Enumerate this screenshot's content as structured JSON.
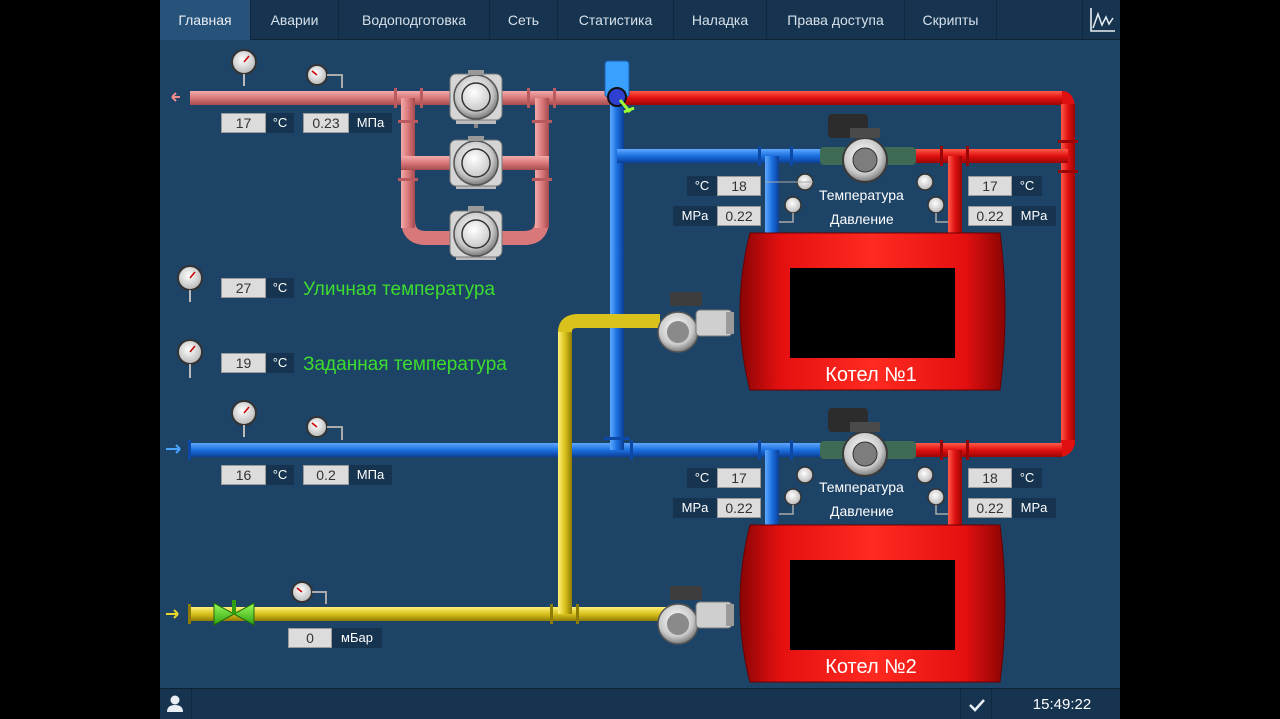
{
  "tabs": [
    {
      "label": "Главная",
      "active": true
    },
    {
      "label": "Аварии"
    },
    {
      "label": "Водоподготовка"
    },
    {
      "label": "Сеть"
    },
    {
      "label": "Статистика"
    },
    {
      "label": "Наладка"
    },
    {
      "label": "Права доступа"
    },
    {
      "label": "Скрипты"
    }
  ],
  "supply_line": {
    "temp": "17",
    "temp_unit": "°C",
    "pressure": "0.23",
    "pressure_unit": "МПа"
  },
  "return_line": {
    "temp": "16",
    "temp_unit": "°C",
    "pressure": "0.2",
    "pressure_unit": "МПа"
  },
  "gas_line": {
    "pressure": "0",
    "pressure_unit": "мБар"
  },
  "outdoor": {
    "value": "27",
    "unit": "°C",
    "label": "Уличная температура"
  },
  "setpoint": {
    "value": "19",
    "unit": "°C",
    "label": "Заданная температура"
  },
  "boiler1": {
    "name": "Котел №1",
    "in_temp": "18",
    "in_temp_unit": "°C",
    "in_pressure": "0.22",
    "in_pressure_unit": "MPa",
    "out_temp": "17",
    "out_temp_unit": "°C",
    "out_pressure": "0.22",
    "out_pressure_unit": "MPa",
    "temp_label": "Температура",
    "pressure_label": "Давление"
  },
  "boiler2": {
    "name": "Котел №2",
    "in_temp": "17",
    "in_temp_unit": "°C",
    "in_pressure": "0.22",
    "in_pressure_unit": "MPa",
    "out_temp": "18",
    "out_temp_unit": "°C",
    "out_pressure": "0.22",
    "out_pressure_unit": "MPa",
    "temp_label": "Температура",
    "pressure_label": "Давление"
  },
  "status": {
    "time": "15:49:22"
  },
  "icons": {
    "trend": "trend-chart-icon",
    "user": "user-icon",
    "ack": "checkmark-icon",
    "thermometer": "thermometer-icon",
    "gauge": "pressure-gauge-icon",
    "pump": "pump-icon",
    "burner": "burner-icon",
    "valve": "valve-icon"
  },
  "colors": {
    "background": "#1d4366",
    "hot_pipe": "#e0140f",
    "cold_pipe": "#1b6fe0",
    "gas_pipe": "#d9c21b",
    "heat_pipe": "#d9787a",
    "boiler": "#d90d0d",
    "label_green": "#3ddc2e"
  }
}
